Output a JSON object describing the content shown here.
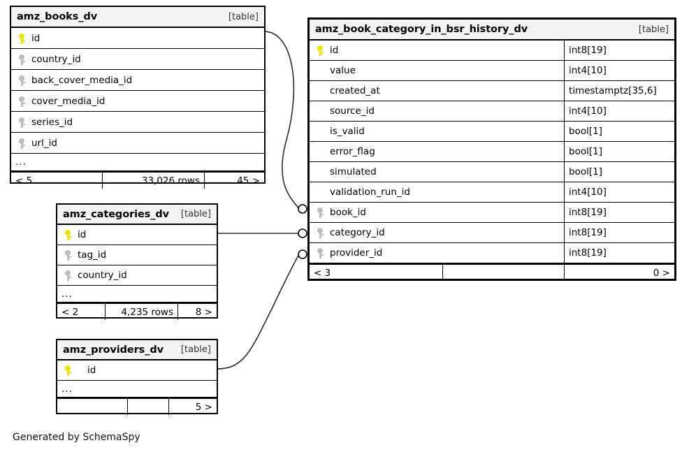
{
  "diagram": {
    "caption": "Generated by SchemaSpy",
    "table_tag": "[table]",
    "ellipsis": "...",
    "colors": {
      "primary_key": "#e8e800",
      "foreign_key": "#bdbdbd",
      "header_bg": "#f4f4f4",
      "border": "#000000",
      "background": "#ffffff"
    }
  },
  "tables": [
    {
      "id": "amz_books_dv",
      "name": "amz_books_dv",
      "tag": "[table]",
      "columns": [
        {
          "name": "id",
          "key": "pk",
          "type": ""
        },
        {
          "name": "country_id",
          "key": "fk",
          "type": ""
        },
        {
          "name": "back_cover_media_id",
          "key": "fk",
          "type": ""
        },
        {
          "name": "cover_media_id",
          "key": "fk",
          "type": ""
        },
        {
          "name": "series_id",
          "key": "fk",
          "type": ""
        },
        {
          "name": "url_id",
          "key": "fk",
          "type": ""
        },
        {
          "name": "...",
          "key": "none",
          "type": ""
        }
      ],
      "footer": {
        "left": "< 5",
        "center": "33,026 rows",
        "right": "45 >"
      }
    },
    {
      "id": "amz_book_category_in_bsr_history_dv",
      "name": "amz_book_category_in_bsr_history_dv",
      "tag": "[table]",
      "columns": [
        {
          "name": "id",
          "key": "pk",
          "type": "int8[19]"
        },
        {
          "name": "value",
          "key": "none",
          "type": "int4[10]"
        },
        {
          "name": "created_at",
          "key": "none",
          "type": "timestamptz[35,6]"
        },
        {
          "name": "source_id",
          "key": "none",
          "type": "int4[10]"
        },
        {
          "name": "is_valid",
          "key": "none",
          "type": "bool[1]"
        },
        {
          "name": "error_flag",
          "key": "none",
          "type": "bool[1]"
        },
        {
          "name": "simulated",
          "key": "none",
          "type": "bool[1]"
        },
        {
          "name": "validation_run_id",
          "key": "none",
          "type": "int4[10]"
        },
        {
          "name": "book_id",
          "key": "fk",
          "type": "int8[19]"
        },
        {
          "name": "category_id",
          "key": "fk",
          "type": "int8[19]"
        },
        {
          "name": "provider_id",
          "key": "fk",
          "type": "int8[19]"
        }
      ],
      "footer": {
        "left": "< 3",
        "center": "",
        "right": "0 >"
      }
    },
    {
      "id": "amz_categories_dv",
      "name": "amz_categories_dv",
      "tag": "[table]",
      "columns": [
        {
          "name": "id",
          "key": "pk",
          "type": ""
        },
        {
          "name": "tag_id",
          "key": "fk",
          "type": ""
        },
        {
          "name": "country_id",
          "key": "fk",
          "type": ""
        },
        {
          "name": "...",
          "key": "none",
          "type": ""
        }
      ],
      "footer": {
        "left": "< 2",
        "center": "4,235 rows",
        "right": "8 >"
      }
    },
    {
      "id": "amz_providers_dv",
      "name": "amz_providers_dv",
      "tag": "[table]",
      "columns": [
        {
          "name": "id",
          "key": "pk",
          "type": ""
        },
        {
          "name": "...",
          "key": "none",
          "type": ""
        }
      ],
      "footer": {
        "left": "",
        "center": "",
        "right": "5 >"
      }
    }
  ],
  "relationships": [
    {
      "from": "amz_books_dv.id",
      "to": "amz_book_category_in_bsr_history_dv.book_id",
      "cardinality": "zero-or-many"
    },
    {
      "from": "amz_categories_dv.id",
      "to": "amz_book_category_in_bsr_history_dv.category_id",
      "cardinality": "zero-or-many"
    },
    {
      "from": "amz_providers_dv.id",
      "to": "amz_book_category_in_bsr_history_dv.provider_id",
      "cardinality": "zero-or-many"
    }
  ]
}
